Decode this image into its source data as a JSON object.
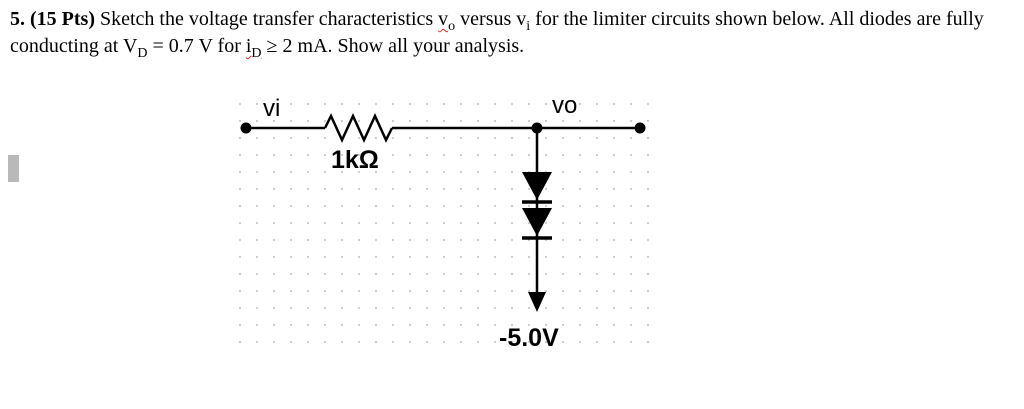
{
  "problem": {
    "number_bold": "5. (15 Pts)",
    "t1": " Sketch the voltage transfer characteristics ",
    "vo_base": "v",
    "vo_sub": "o",
    "t2": " versus ",
    "vi_base": "v",
    "vi_sub": "i",
    "t3": " for the limiter circuits shown below. All diodes are fully conducting at ",
    "vd_base": "V",
    "vd_sub": "D",
    "t4": " = 0.7 V for ",
    "id_base": "i",
    "id_sub": "D",
    "t5": " ≥ 2 mA. Show all your analysis."
  },
  "circuit": {
    "vi_label": "vi",
    "vo_label": "vo",
    "resistor_label": "1kΩ",
    "source_label": "-5.0V"
  },
  "colors": {
    "spellcheck_squiggle": "#e03131",
    "cursor_artifact_gray": "#b9b9b9",
    "grid_dot": "#c9c9c9",
    "ink": "#000000"
  }
}
